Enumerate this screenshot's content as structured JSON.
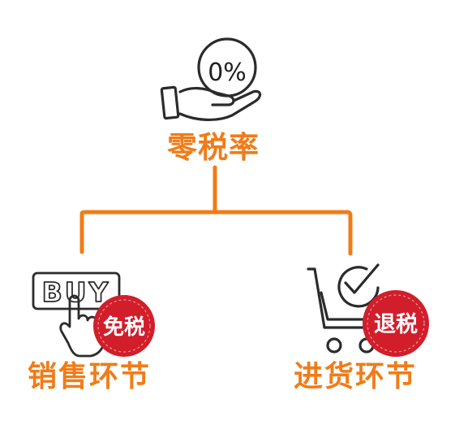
{
  "root": {
    "icon_text": "0%",
    "label": "零税率"
  },
  "left": {
    "icon_text": "BUY",
    "badge": "免税",
    "label": "销售环节"
  },
  "right": {
    "badge": "退税",
    "label": "进货环节"
  },
  "colors": {
    "accent": "#f07c18",
    "badge_red": "#d21e2b",
    "line_art": "#2b2b2b"
  }
}
